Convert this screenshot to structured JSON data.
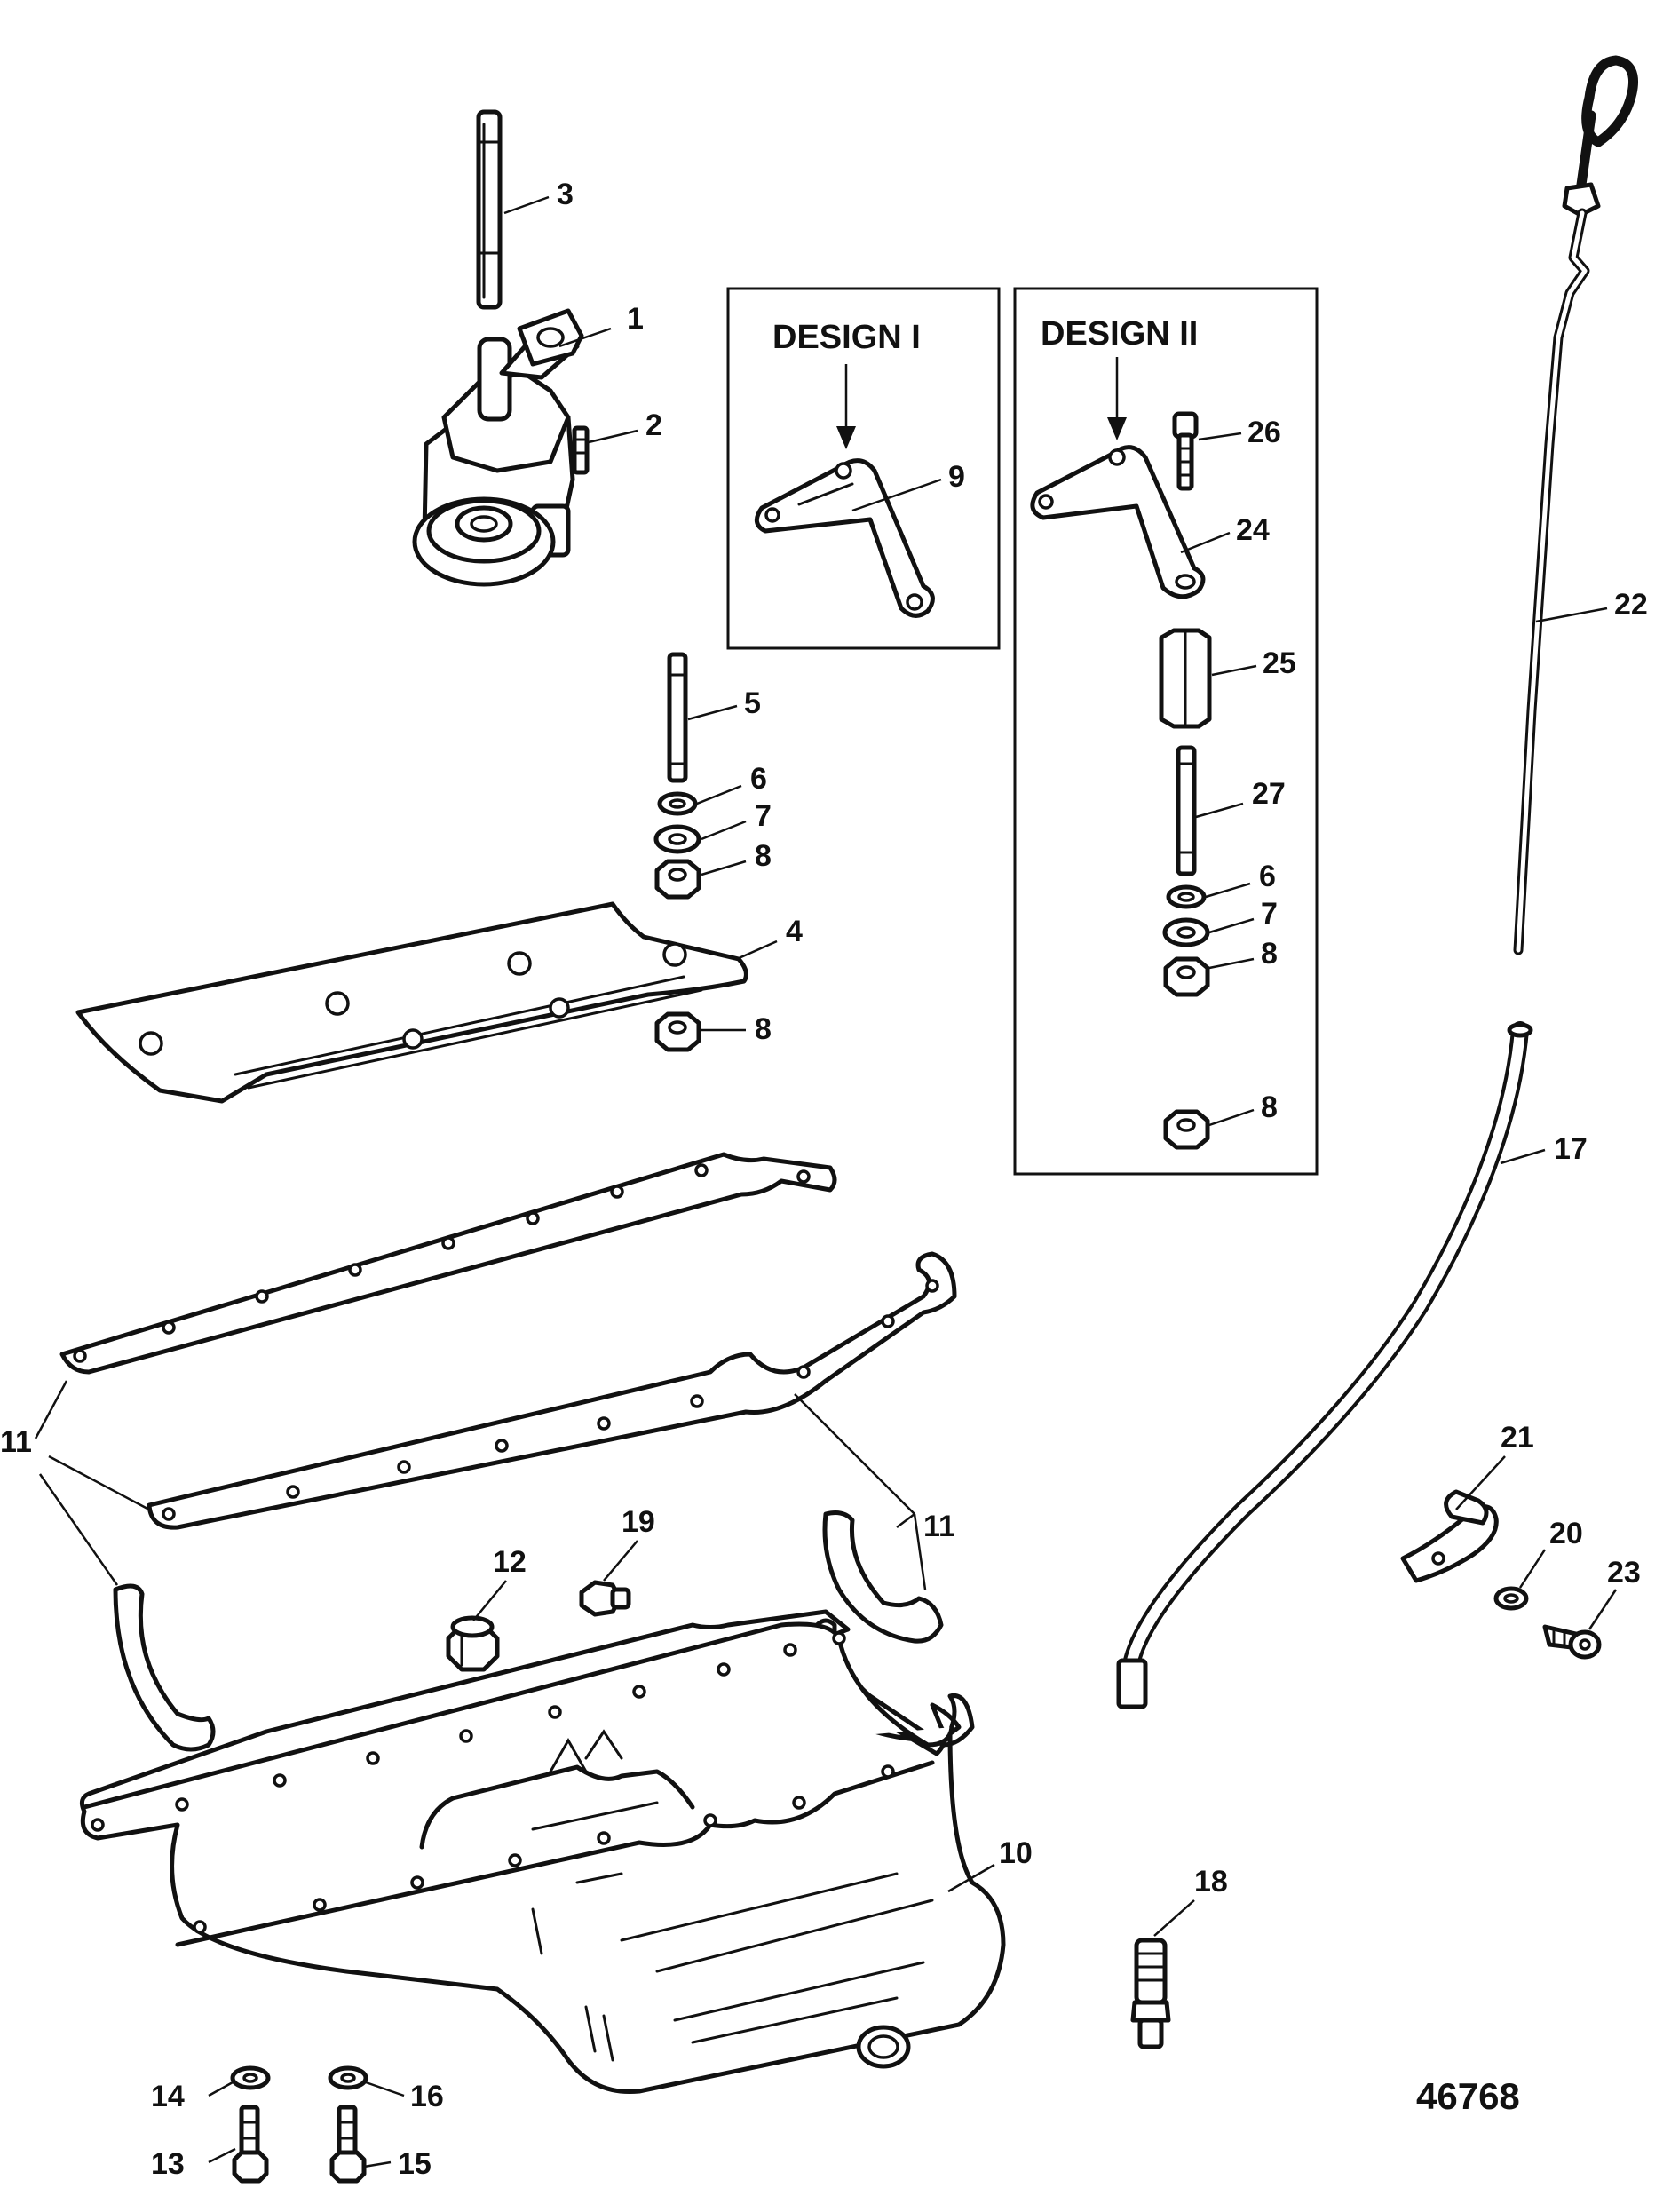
{
  "diagram": {
    "reference_number": "46768",
    "design_boxes": [
      {
        "title": "DESIGN I"
      },
      {
        "title": "DESIGN II"
      }
    ],
    "callouts": [
      {
        "text": "1"
      },
      {
        "text": "2"
      },
      {
        "text": "3"
      },
      {
        "text": "4"
      },
      {
        "text": "5"
      },
      {
        "text": "6"
      },
      {
        "text": "7"
      },
      {
        "text": "8"
      },
      {
        "text": "8"
      },
      {
        "text": "9"
      },
      {
        "text": "10"
      },
      {
        "text": "11"
      },
      {
        "text": "11"
      },
      {
        "text": "12"
      },
      {
        "text": "19"
      },
      {
        "text": "14"
      },
      {
        "text": "13"
      },
      {
        "text": "16"
      },
      {
        "text": "15"
      },
      {
        "text": "26"
      },
      {
        "text": "24"
      },
      {
        "text": "25"
      },
      {
        "text": "27"
      },
      {
        "text": "6"
      },
      {
        "text": "7"
      },
      {
        "text": "8"
      },
      {
        "text": "8"
      },
      {
        "text": "22"
      },
      {
        "text": "17"
      },
      {
        "text": "21"
      },
      {
        "text": "20"
      },
      {
        "text": "23"
      },
      {
        "text": "18"
      }
    ],
    "parts": [
      {
        "icon": "oil-pump-icon"
      },
      {
        "icon": "pin-icon"
      },
      {
        "icon": "shaft-icon"
      },
      {
        "icon": "baffle-icon"
      },
      {
        "icon": "stud-icon"
      },
      {
        "icon": "lockwasher-icon"
      },
      {
        "icon": "washer-icon"
      },
      {
        "icon": "nut-icon"
      },
      {
        "icon": "bracket-icon"
      },
      {
        "icon": "oil-pan-icon"
      },
      {
        "icon": "gasket-icon"
      },
      {
        "icon": "plug-icon"
      },
      {
        "icon": "bolt-icon"
      },
      {
        "icon": "dipstick-icon"
      },
      {
        "icon": "dipstick-tube-icon"
      },
      {
        "icon": "clip-icon"
      },
      {
        "icon": "spacer-icon"
      },
      {
        "icon": "fitting-icon"
      }
    ]
  }
}
